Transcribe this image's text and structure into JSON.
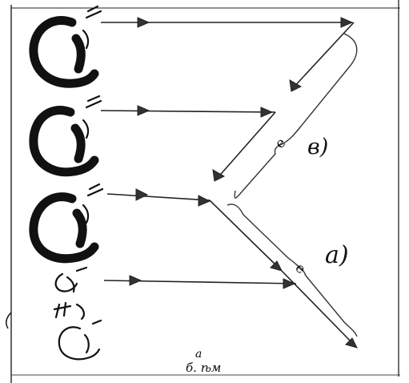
{
  "diagram": {
    "branch_label_b": "в)",
    "branch_label_a": "a)",
    "brace_mark_b": "e",
    "brace_mark_a": "e",
    "caption_top": "a",
    "caption_bottom": "б. ѣм"
  }
}
